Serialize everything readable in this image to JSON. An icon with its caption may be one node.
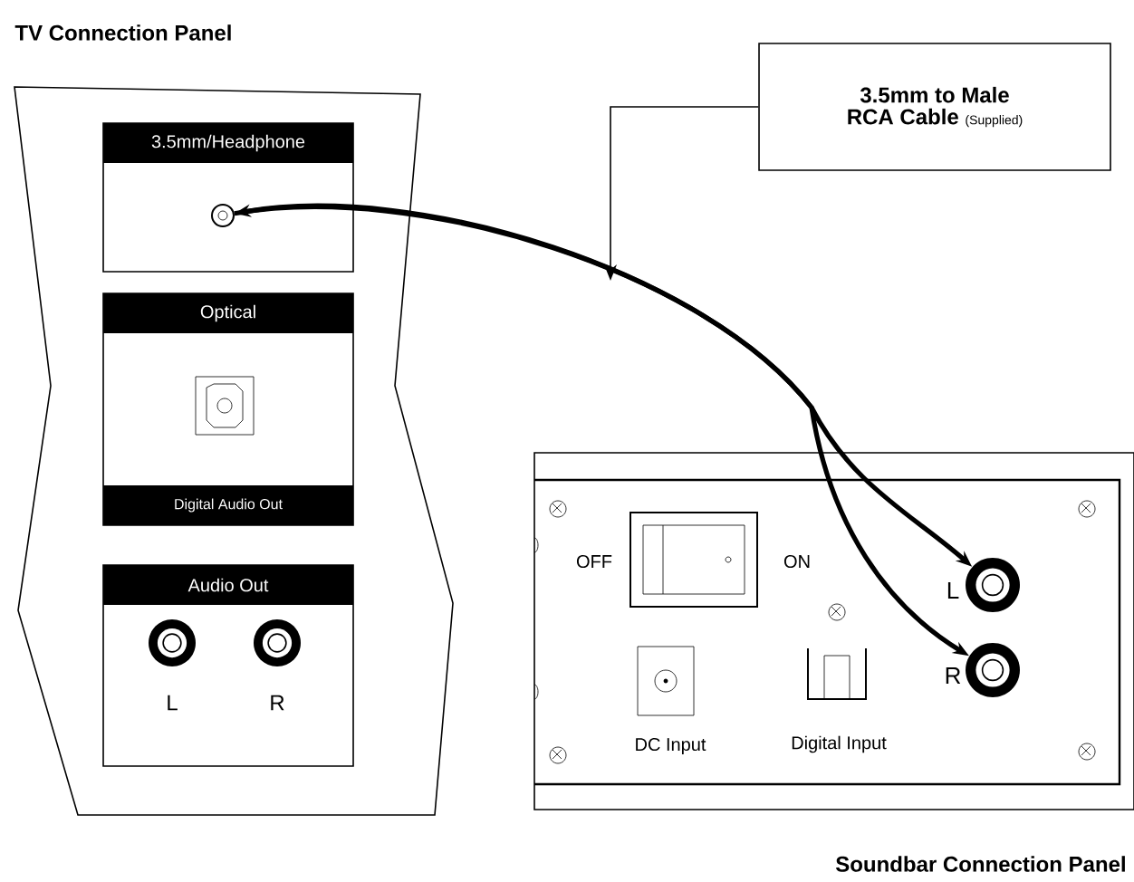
{
  "diagram": {
    "nodes": [
      {
        "text": [
          "TV Connection Panel"
        ]
      },
      {
        "text": [
          "3.5mm/Headphone"
        ],
        "in": 0
      },
      {
        "text": [],
        "shape": "circle",
        "in": 1
      },
      {
        "text": [
          "Optical",
          "Digital Audio Out"
        ],
        "in": 0
      },
      {
        "text": [
          "Audio Out",
          "L",
          "R"
        ],
        "in": 0
      },
      {
        "text": [
          "3.5mm to Male RCA Cable",
          "(Supplied)"
        ]
      },
      {
        "text": [
          "Soundbar Connection Panel"
        ]
      },
      {
        "text": [],
        "shape": "circle",
        "in": 6,
        "beside": [
          "L"
        ]
      },
      {
        "text": [],
        "shape": "circle",
        "in": 6,
        "beside": [
          "R"
        ]
      }
    ],
    "edges": [
      {
        "from": 2,
        "to": 7,
        "arrow": "both"
      },
      {
        "from": 2,
        "to": 8,
        "arrow": "to"
      },
      {
        "from": 5,
        "to": null,
        "arrow": "to"
      }
    ],
    "labels": [
      "OFF",
      "ON",
      "DC Input",
      "Digital Input"
    ]
  }
}
